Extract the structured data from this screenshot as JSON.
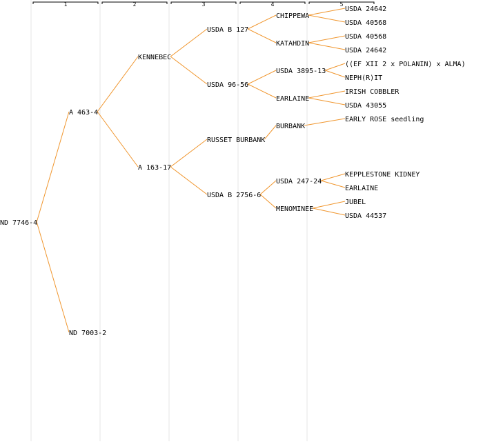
{
  "colors": {
    "link": "#f0962e",
    "grid": "#e6e6e6",
    "bracket": "#000000",
    "text": "#000000",
    "background": "#ffffff"
  },
  "generations": [
    "1",
    "2",
    "3",
    "4",
    "5"
  ],
  "root": {
    "name": "ND 7746-4",
    "children": [
      {
        "name": "A 463-4",
        "children": [
          {
            "name": "KENNEBEC",
            "children": [
              {
                "name": "USDA B 127",
                "children": [
                  {
                    "name": "CHIPPEWA",
                    "children": [
                      {
                        "name": "USDA 24642"
                      },
                      {
                        "name": "USDA 40568"
                      }
                    ]
                  },
                  {
                    "name": "KATAHDIN",
                    "children": [
                      {
                        "name": "USDA 40568"
                      },
                      {
                        "name": "USDA 24642"
                      }
                    ]
                  }
                ]
              },
              {
                "name": "USDA 96-56",
                "children": [
                  {
                    "name": "USDA 3895-13",
                    "children": [
                      {
                        "name": "((EF XII 2 x POLANIN) x ALMA)"
                      },
                      {
                        "name": "NEPH(R)IT"
                      }
                    ]
                  },
                  {
                    "name": "EARLAINE",
                    "children": [
                      {
                        "name": "IRISH COBBLER"
                      },
                      {
                        "name": "USDA 43055"
                      }
                    ]
                  }
                ]
              }
            ]
          },
          {
            "name": "A 163-17",
            "children": [
              {
                "name": "RUSSET BURBANK",
                "children": [
                  {
                    "name": "BURBANK",
                    "children": [
                      {
                        "name": "EARLY ROSE seedling"
                      }
                    ]
                  }
                ]
              },
              {
                "name": "USDA B 2756-6",
                "children": [
                  {
                    "name": "USDA 247-24",
                    "children": [
                      {
                        "name": "KEPPLESTONE KIDNEY"
                      },
                      {
                        "name": "EARLAINE"
                      }
                    ]
                  },
                  {
                    "name": "MENOMINEE",
                    "children": [
                      {
                        "name": "JUBEL"
                      },
                      {
                        "name": "USDA 44537"
                      }
                    ]
                  }
                ]
              }
            ]
          }
        ]
      },
      {
        "name": "ND 7003-2"
      }
    ]
  }
}
